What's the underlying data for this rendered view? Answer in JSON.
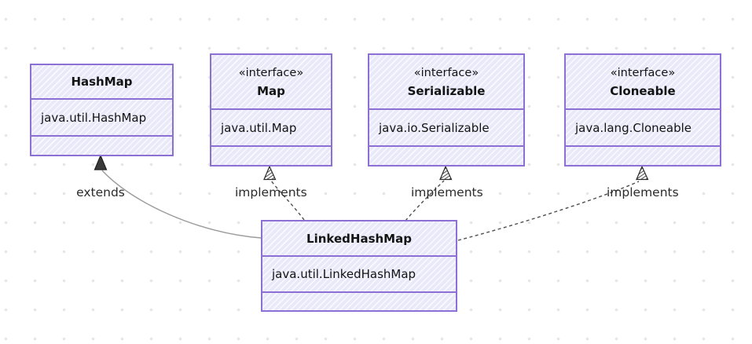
{
  "classes": {
    "hashmap": {
      "name": "HashMap",
      "package": "java.util.HashMap"
    },
    "map": {
      "stereotype": "«interface»",
      "name": "Map",
      "package": "java.util.Map"
    },
    "serializable": {
      "stereotype": "«interface»",
      "name": "Serializable",
      "package": "java.io.Serializable"
    },
    "cloneable": {
      "stereotype": "«interface»",
      "name": "Cloneable",
      "package": "java.lang.Cloneable"
    },
    "linkedhashmap": {
      "name": "LinkedHashMap",
      "package": "java.util.LinkedHashMap"
    }
  },
  "edges": [
    {
      "from": "LinkedHashMap",
      "to": "HashMap",
      "label": "extends",
      "line": "solid"
    },
    {
      "from": "LinkedHashMap",
      "to": "Map",
      "label": "implements",
      "line": "dashed"
    },
    {
      "from": "LinkedHashMap",
      "to": "Serializable",
      "label": "implements",
      "line": "dashed"
    },
    {
      "from": "LinkedHashMap",
      "to": "Cloneable",
      "label": "implements",
      "line": "dashed"
    }
  ],
  "colors": {
    "node_fill": "#ECECFF",
    "node_border": "#9370DB",
    "edge_solid": "#999999",
    "edge_dashed": "#4F4F4F",
    "background_dot": "#E6E6E6"
  }
}
